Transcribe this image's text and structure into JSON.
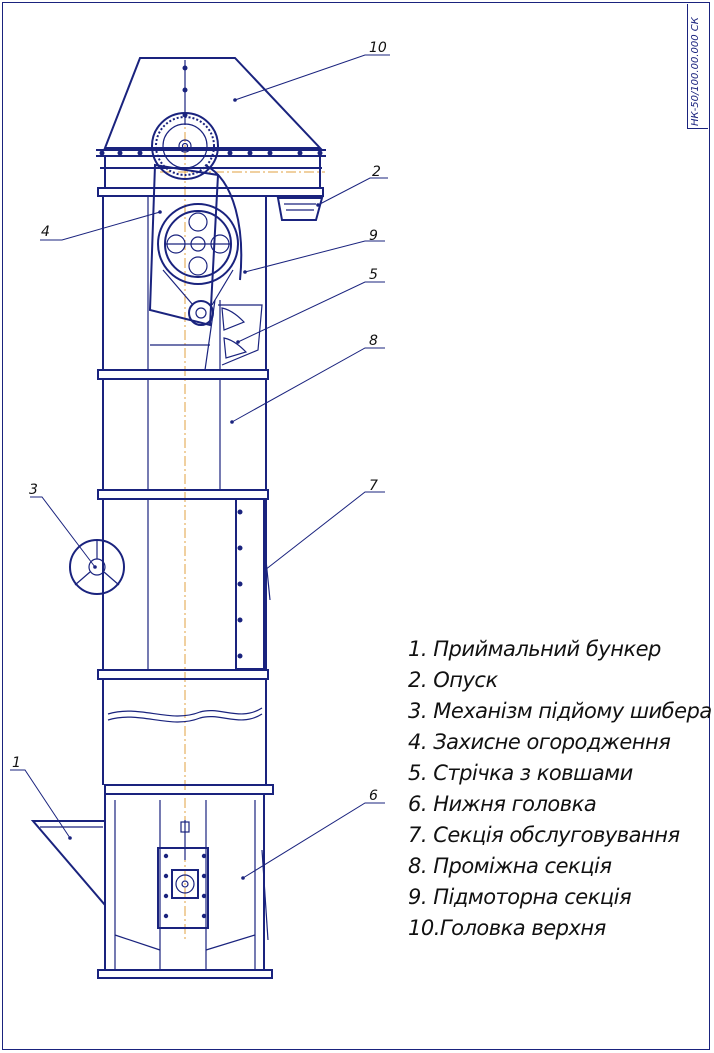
{
  "stamp_code": "НК-50/100.00.000 СК",
  "callouts": [
    "10",
    "2",
    "4",
    "9",
    "5",
    "8",
    "3",
    "7",
    "1",
    "6"
  ],
  "legend": [
    "1. Приймальний бункер",
    "2. Опуск",
    "3. Механізм підйому шибера",
    "4. Захисне огородження",
    "5. Стрічка з ковшами",
    "6. Нижня головка",
    "7. Секція обслуговування",
    "8. Проміжна секція",
    "9. Підмоторна секція",
    "10.Головка верхня"
  ],
  "colors": {
    "line": "#1a237e",
    "axis": "#e0a040",
    "text": "#111111"
  }
}
